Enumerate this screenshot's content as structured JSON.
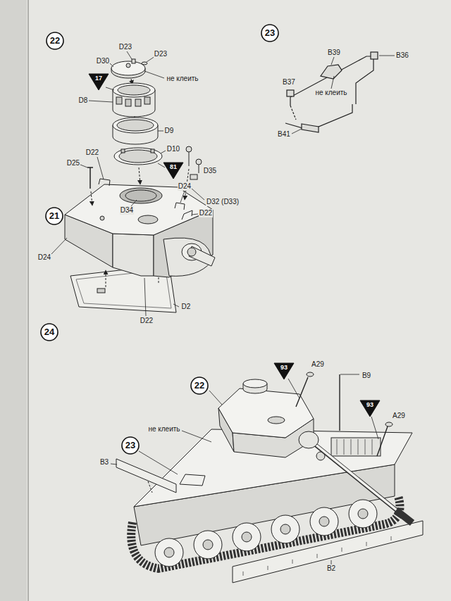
{
  "diagram": {
    "nodes": [
      {
        "text": [
          "22"
        ]
      },
      {
        "text": [
          "23"
        ]
      },
      {
        "text": [
          "17"
        ]
      },
      {
        "text": [
          "81"
        ]
      },
      {
        "text": [
          "21"
        ]
      },
      {
        "text": [
          "24"
        ]
      },
      {
        "text": [
          "93"
        ]
      },
      {
        "text": [
          "22"
        ]
      },
      {
        "text": [
          "93"
        ]
      },
      {
        "text": [
          "23"
        ]
      }
    ],
    "labels": [
      "D23",
      "D23",
      "D30",
      "B39",
      "B36",
      "не клеить",
      "B37",
      "не клеить",
      "D8",
      "D9",
      "B41",
      "D22",
      "D10",
      "D25",
      "D35",
      "D24",
      "D32 (D33)",
      "D34",
      "D22",
      "D24",
      "D2",
      "D22",
      "A29",
      "B9",
      "A29",
      "не клеить",
      "B3",
      "B2"
    ]
  }
}
